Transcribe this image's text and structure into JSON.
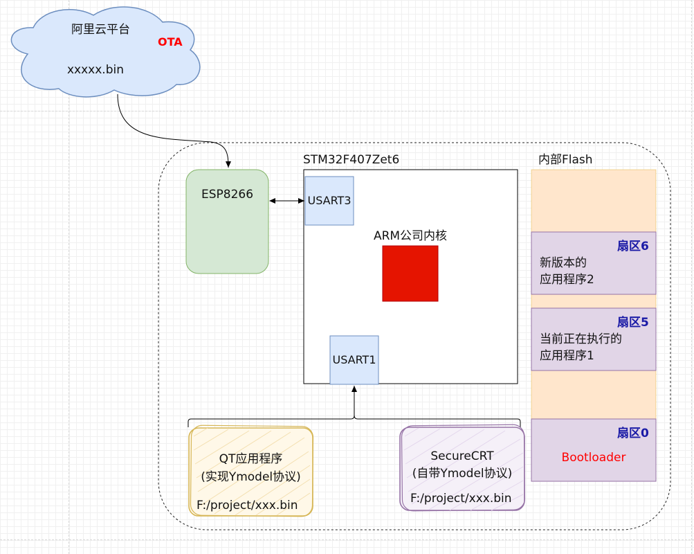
{
  "cloud": {
    "title": "阿里云平台",
    "ota": "OTA",
    "file": "xxxxx.bin"
  },
  "esp": {
    "label": "ESP8266"
  },
  "stm": {
    "label": "STM32F407Zet6",
    "usart3": "USART3",
    "usart1": "USART1",
    "core": "ARM公司内核"
  },
  "flash": {
    "label": "内部Flash",
    "sector6": {
      "title": "扇区6",
      "line1": "新版本的",
      "line2": "应用程序2"
    },
    "sector5": {
      "title": "扇区5",
      "line1": "当前正在执行的",
      "line2": "应用程序1"
    },
    "sector0": {
      "title": "扇区0",
      "text": "Bootloader"
    }
  },
  "qt": {
    "line1": "QT应用程序",
    "line2": "(实现Ymodel协议)",
    "path": "F:/project/xxx.bin"
  },
  "securecrt": {
    "line1": "SecureCRT",
    "line2": "(自带Ymodel协议)",
    "path": "F:/project/xxx.bin"
  },
  "colors": {
    "cloud_fill": "#dae8fc",
    "cloud_stroke": "#6c8ebf",
    "esp_fill": "#d5e8d4",
    "esp_stroke": "#82b366",
    "usart_fill": "#dae8fc",
    "core_fill": "#e51400",
    "flash_fill": "#ffe6cc",
    "sector_fill": "#e1d5e7",
    "sector_stroke": "#9673a6",
    "qt_stroke": "#d6b656",
    "crt_stroke": "#9673a6",
    "ota": "#ff0000",
    "bootloader": "#ff0000",
    "sector_title": "#1a1aa6"
  }
}
